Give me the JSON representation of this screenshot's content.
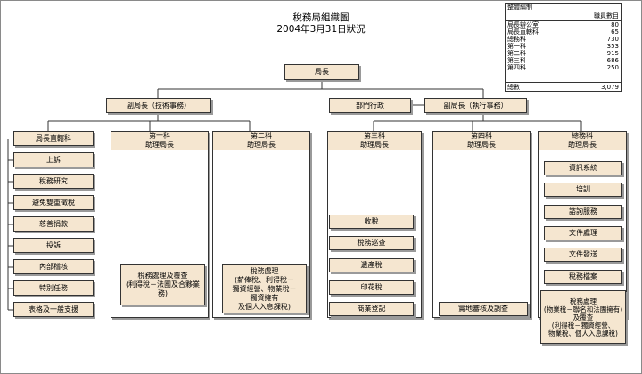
{
  "title": "稅務局組織圖",
  "subtitle": "2004年3月31日狀況",
  "staffing": {
    "title": "整體編制",
    "column_header": "職員數目",
    "rows": [
      {
        "name": "局長辦公室",
        "count": "80"
      },
      {
        "name": "局長直轄科",
        "count": "65"
      },
      {
        "name": "總務科",
        "count": "730"
      },
      {
        "name": "第一科",
        "count": "353"
      },
      {
        "name": "第二科",
        "count": "915"
      },
      {
        "name": "第三科",
        "count": "686"
      },
      {
        "name": "第四科",
        "count": "250"
      }
    ],
    "total_label": "總數",
    "total_value": "3,079"
  },
  "commissioner": "局長",
  "deputy_technical": "副局長（技術事務）",
  "departmental_admin": "部門行政",
  "deputy_operations": "副局長（執行事務）",
  "units": {
    "direct": {
      "head": "局長直轄科",
      "items": [
        "上訴",
        "稅務研究",
        "避免雙重徵稅",
        "慈善捐款",
        "投訴",
        "內部稽核",
        "特別任務",
        "表格及一般支援"
      ]
    },
    "unit1": {
      "head": "第一科",
      "sub": "助理局長",
      "bottom": "稅務處理及覆查\n(利得稅－法團及合夥業務)"
    },
    "unit2": {
      "head": "第二科",
      "sub": "助理局長",
      "bottom": "稅務處理\n(薪俸稅、利得稅－\n獨資經營、物業稅－\n獨資擁有\n及個人入息課稅)"
    },
    "unit3": {
      "head": "第三科",
      "sub": "助理局長",
      "items": [
        "收稅",
        "稅務巡查",
        "遺產稅",
        "印花稅",
        "商業登記"
      ]
    },
    "unit4": {
      "head": "第四科",
      "sub": "助理局長",
      "bottom": "實地審核及調查"
    },
    "general": {
      "head": "總務科",
      "sub": "助理局長",
      "items": [
        "資訊系統",
        "培訓",
        "諮詢服務",
        "文件處理",
        "文件發送",
        "稅務檔案"
      ],
      "bottom": "稅務處理\n(物業稅－聯名和法團擁有)\n及覆查\n(利得稅－獨資經營、\n物業稅、個人入息課稅)"
    }
  }
}
